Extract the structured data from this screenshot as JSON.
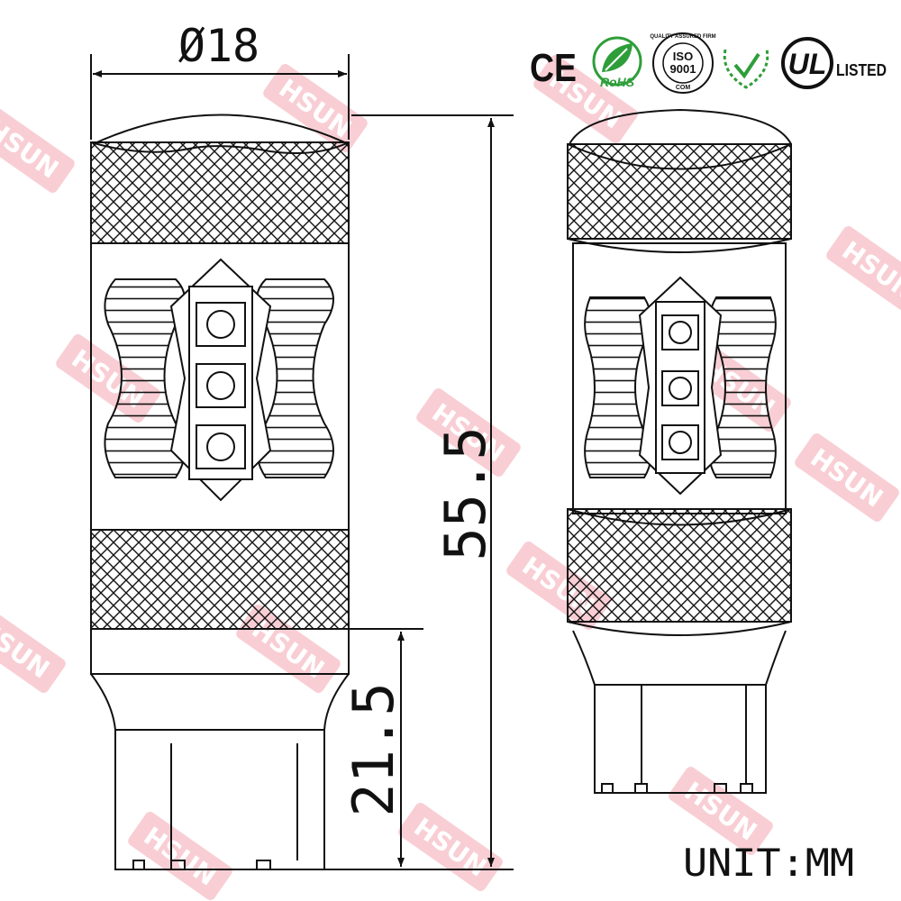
{
  "dimensions": {
    "diameter": "Ø18",
    "total_length": "55.5",
    "base_length": "21.5"
  },
  "unit_label": "UNIT:MM",
  "watermark": {
    "text": "HSUN",
    "color": "#f7c6cc"
  },
  "certifications": {
    "ce": "CE",
    "rohs": "RoHS",
    "iso_top": "QUALITY ASSURED FIRM",
    "iso_main": "ISO",
    "iso_number": "9001",
    "iso_bottom": "COM",
    "ul": "UL",
    "ul_listed": "LISTED"
  },
  "colors": {
    "line": "#111111",
    "rohs_green": "#2e9e3a"
  }
}
